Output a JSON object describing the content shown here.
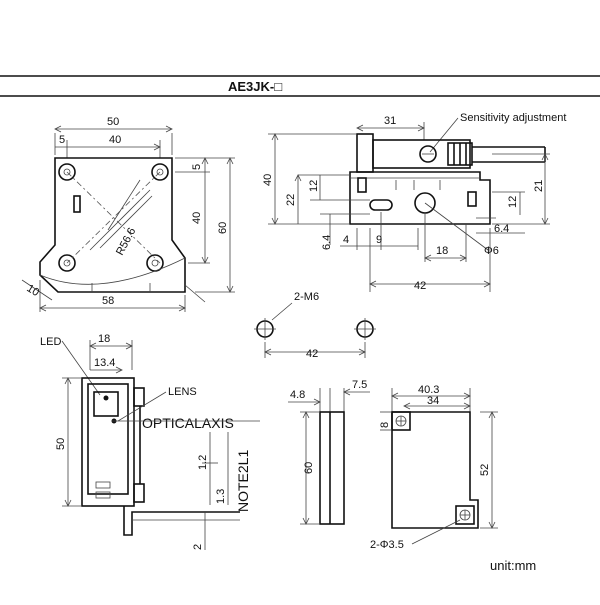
{
  "title": "AE3JK-□",
  "unit": "unit:mm",
  "front_view": {
    "dims": {
      "width_top": "50",
      "offset_left": "5",
      "hole_spacing": "40",
      "right_5": "5",
      "right_40": "40",
      "height_60": "60",
      "radius": "R56.6",
      "bottom_58": "58",
      "bottom_10": "10"
    }
  },
  "side_view": {
    "annotation": "Sensitivity adjustment",
    "dims": {
      "top_31": "31",
      "h_40": "40",
      "h_22": "22",
      "h_12": "12",
      "h_6_4_left": "6.4",
      "w_4": "4",
      "w_9": "9",
      "w_18": "18",
      "phi_6": "Φ6",
      "w_42": "42",
      "r_21": "21",
      "r_12": "12",
      "r_6_4": "6.4"
    }
  },
  "holes_view": {
    "label": "2-M6",
    "spacing": "42"
  },
  "lens_view": {
    "led_label": "LED",
    "lens_label": "LENS",
    "axis_label": "OPTICALAXIS",
    "note_label": "NOTE2L1",
    "dims": {
      "w_18": "18",
      "w_13_4": "13.4",
      "h_50": "50",
      "d_1_2": "1.2",
      "d_1_3": "1.3",
      "d_2": "2"
    }
  },
  "bracket_side": {
    "dims": {
      "d_4_8": "4.8",
      "d_7_5": "7.5",
      "h_60": "60"
    }
  },
  "bracket_front": {
    "dims": {
      "w_40_3": "40.3",
      "w_34": "34",
      "h_8": "8",
      "h_52": "52"
    },
    "hole_label": "2-Φ3.5"
  }
}
